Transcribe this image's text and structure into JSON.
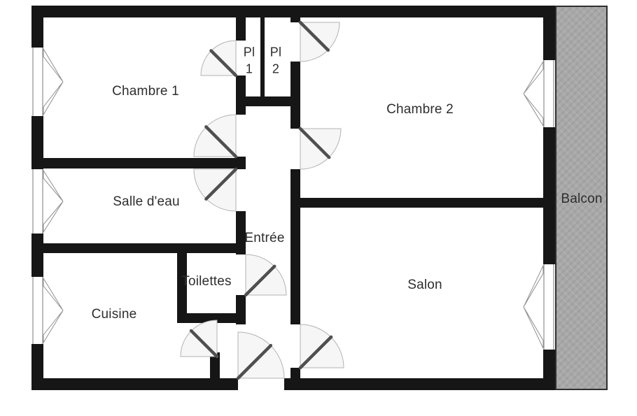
{
  "floorplan": {
    "rooms": {
      "chambre1": {
        "label": "Chambre 1"
      },
      "pl1": {
        "label": "Pl 1"
      },
      "pl2": {
        "label": "Pl 2"
      },
      "chambre2": {
        "label": "Chambre 2"
      },
      "salle_deau": {
        "label": "Salle d'eau"
      },
      "entree": {
        "label": "Entrée"
      },
      "toilettes": {
        "label": "Toilettes"
      },
      "cuisine": {
        "label": "Cuisine"
      },
      "salon": {
        "label": "Salon"
      },
      "balcon": {
        "label": "Balcon"
      }
    },
    "colors": {
      "wall": "#161616",
      "balcony": "#a8a8a8",
      "door_leaf": "#4f4f4f",
      "arc_fill": "#f6f6f6",
      "background": "#ffffff"
    }
  }
}
